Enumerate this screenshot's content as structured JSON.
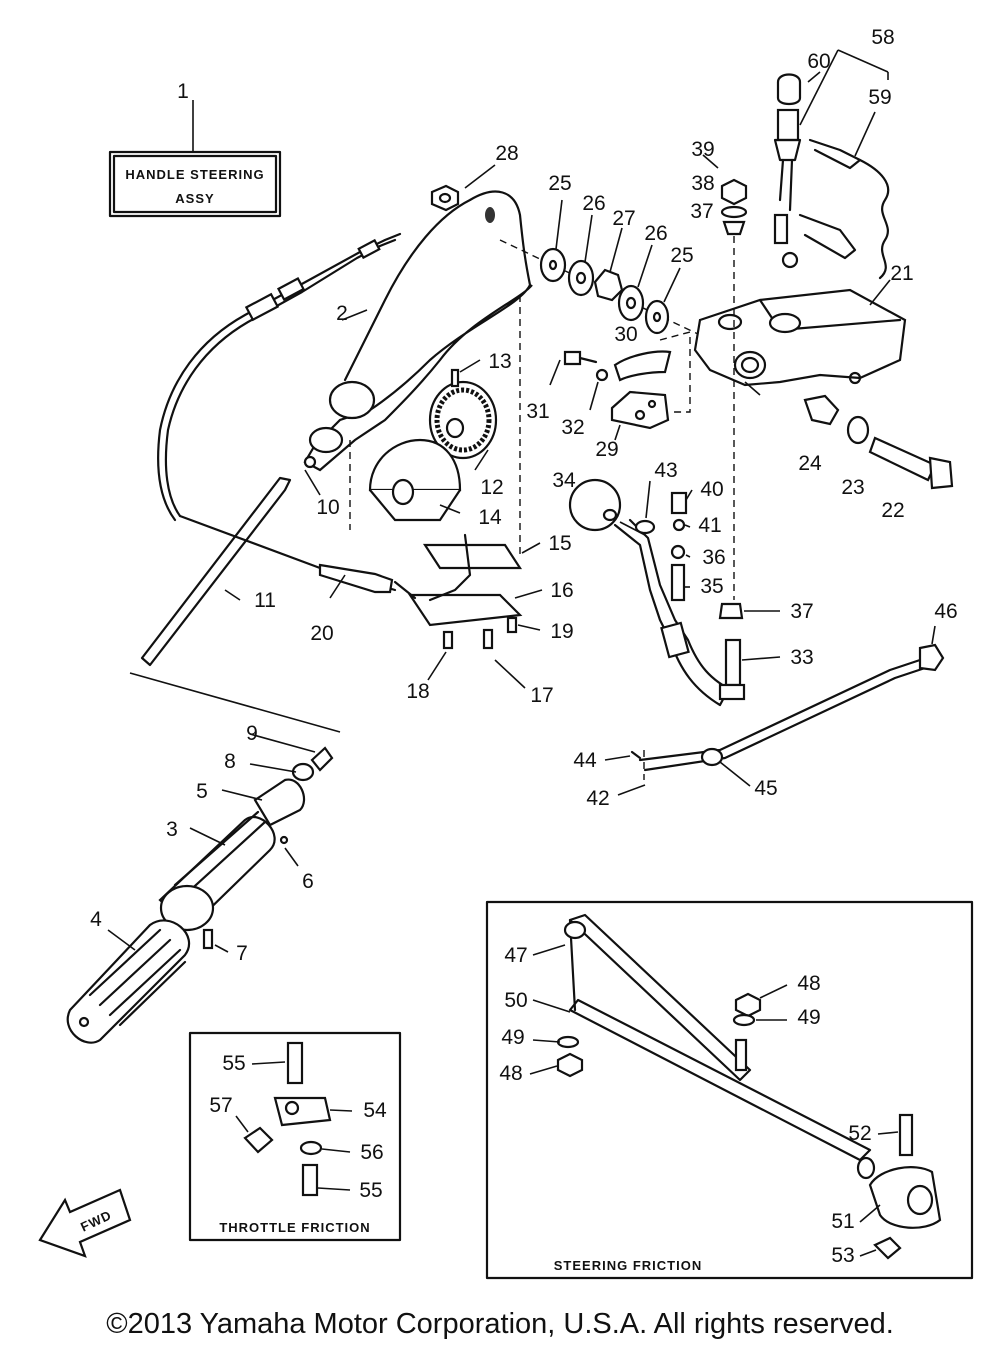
{
  "title_box": {
    "line1": "HANDLE STEERING",
    "line2": "ASSY"
  },
  "fwd_arrow_label": "FWD",
  "throttle_box_title": "THROTTLE FRICTION",
  "steering_box_title": "STEERING FRICTION",
  "copyright": "©2013 Yamaha Motor Corporation, U.S.A. All rights reserved.",
  "part_numbers": [
    "1",
    "2",
    "3",
    "4",
    "5",
    "6",
    "7",
    "8",
    "9",
    "10",
    "11",
    "12",
    "13",
    "14",
    "15",
    "16",
    "17",
    "18",
    "19",
    "20",
    "21",
    "22",
    "23",
    "24",
    "25",
    "25",
    "26",
    "26",
    "27",
    "28",
    "29",
    "30",
    "31",
    "32",
    "33",
    "34",
    "35",
    "36",
    "37",
    "37",
    "38",
    "39",
    "40",
    "41",
    "42",
    "43",
    "44",
    "45",
    "46",
    "47",
    "48",
    "48",
    "49",
    "49",
    "50",
    "51",
    "52",
    "53",
    "54",
    "55",
    "55",
    "56",
    "57",
    "58",
    "59",
    "60"
  ]
}
